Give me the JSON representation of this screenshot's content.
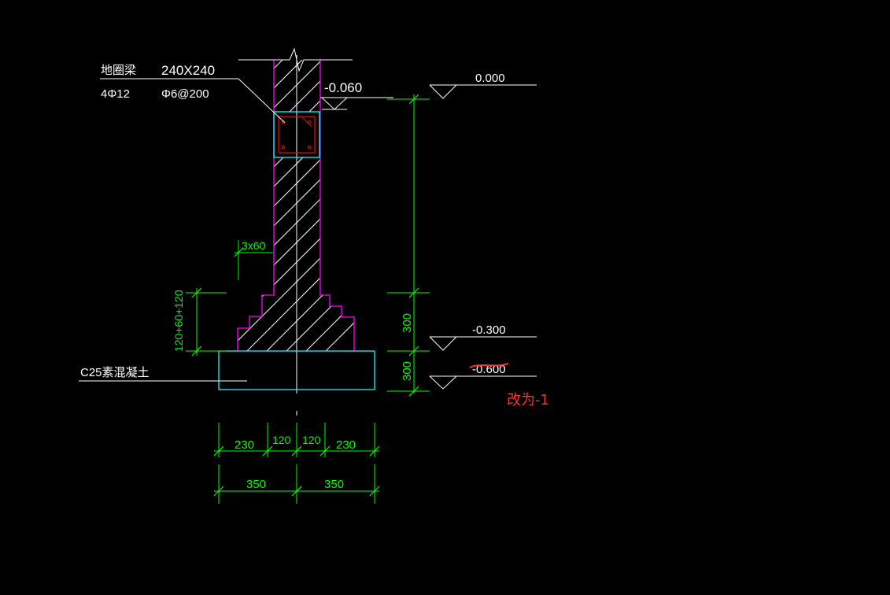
{
  "colors": {
    "background": "#000000",
    "wall_outline": "#ff00ff",
    "hatch": "#ffffff",
    "beam_box": "#00ffff",
    "rebar": "#ff0000",
    "dimension": "#00ff00",
    "annotation": "#ffffff",
    "markup": "#ff3030"
  },
  "labels": {
    "beam_name": "地圈梁",
    "beam_size": "240X240",
    "beam_main_bar": "4Φ12",
    "beam_stirrup": "Φ6@200",
    "level_beam_top": "-0.060",
    "level_ground": "0.000",
    "level_mid": "-0.300",
    "level_bottom": "-0.600",
    "step_note": "3x60",
    "step_height": "120+60+120",
    "footing_material": "C25素混凝土",
    "markup_note": "改为-1"
  },
  "dimensions": {
    "vertical_upper": "300",
    "vertical_lower": "300",
    "bottom_row1": [
      "230",
      "120",
      "120",
      "230"
    ],
    "bottom_row2": [
      "350",
      "350"
    ]
  }
}
